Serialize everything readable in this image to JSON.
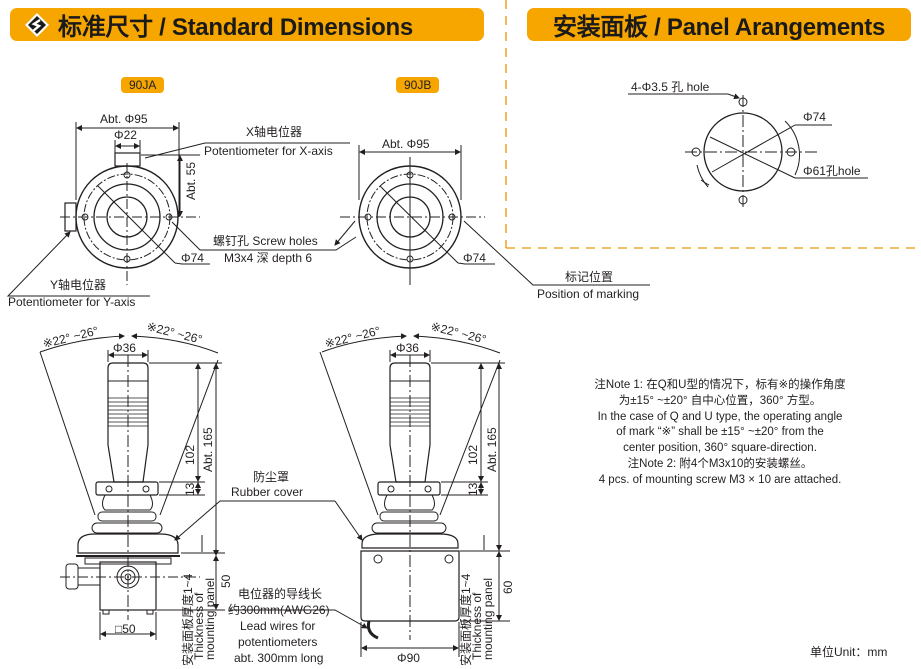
{
  "headers": {
    "standard_dimensions": "标准尺寸 / Standard Dimensions",
    "panel_arrangements": "安装面板 / Panel Arangements"
  },
  "models": {
    "a": "90JA",
    "b": "90JB"
  },
  "top_view_90ja": {
    "overall_diameter": "Abt. Φ95",
    "pot_width": "Φ22",
    "pot_height": "Abt. 55",
    "pcd": "Φ74",
    "x_pot_cn": "X轴电位器",
    "x_pot_en": "Potentiometer for X-axis",
    "y_pot_cn": "Y轴电位器",
    "y_pot_en": "Potentiometer for Y-axis",
    "screw_cn": "螺钉孔 Screw holes",
    "screw_spec": "M3x4 深 depth 6"
  },
  "top_view_90jb": {
    "overall_diameter": "Abt. Φ95",
    "pcd": "Φ74",
    "marking_cn": "标记位置",
    "marking_en": "Position of marking"
  },
  "panel": {
    "holes": "4-Φ3.5 孔 hole",
    "pcd": "Φ74",
    "center_hole": "Φ61孔hole"
  },
  "side_view": {
    "angle_left": "※22° ~26°",
    "angle_right": "※22° ~26°",
    "knob_diameter": "Φ36",
    "height_upper": "102",
    "collar_height": "13",
    "total_height": "Abt. 165",
    "rubber_cn": "防尘罩",
    "rubber_en": "Rubber cover",
    "panel_thickness_cn": "安装面板厚度1~4",
    "panel_thickness_en1": "Thickness of",
    "panel_thickness_en2": "mounting panel",
    "body_height_a": "50",
    "body_width_a": "□50",
    "body_height_b": "60",
    "body_diameter_b": "Φ90",
    "lead_cn1": "电位器的导线长",
    "lead_cn2": "约300mm(AWG26)",
    "lead_en1": "Lead wires for",
    "lead_en2": "potentiometers",
    "lead_en3": "abt. 300mm long"
  },
  "notes": [
    "注Note 1: 在Q和U型的情况下，标有※的操作角度",
    "为±15° ~±20° 自中心位置，360° 方型。",
    "In the case of Q and U type, the operating angle",
    "of mark “※” shall be ±15° ~±20° from the",
    "center position, 360°  square-direction.",
    "注Note 2: 附4个M3x10的安装螺丝。",
    "4 pcs. of mounting screw M3 × 10 are attached."
  ],
  "unit": "单位Unit：mm",
  "colors": {
    "accent": "#f7a600",
    "line": "#231f20"
  }
}
